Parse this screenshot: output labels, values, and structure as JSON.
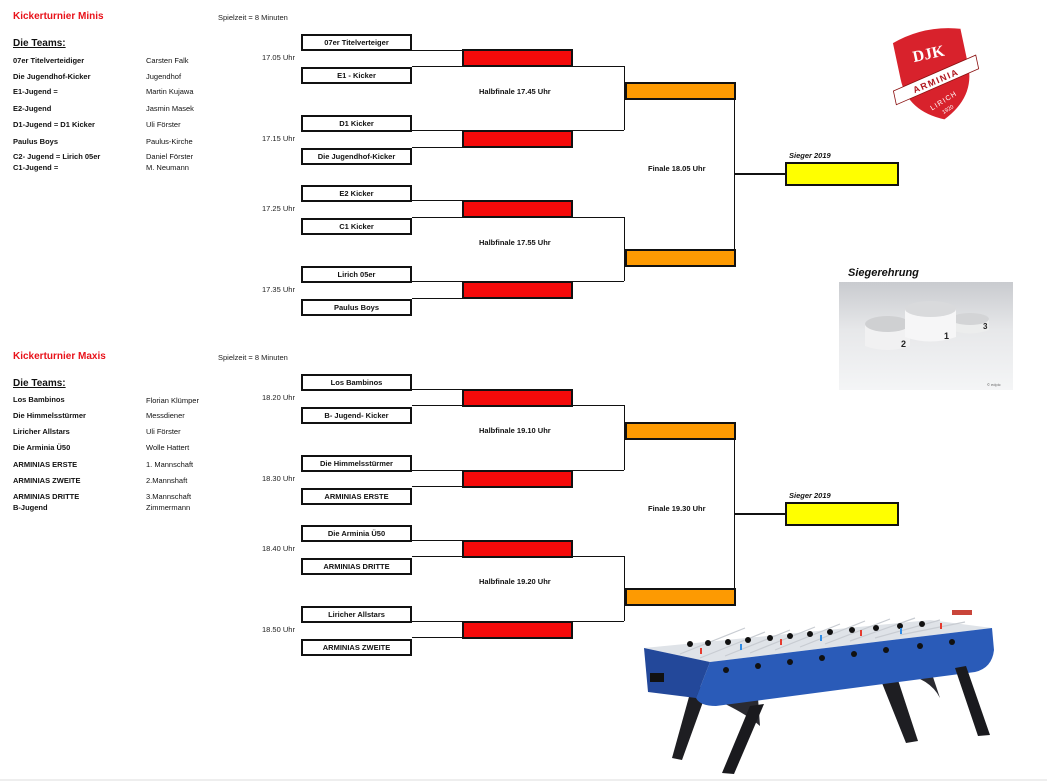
{
  "minis": {
    "title": "Kickerturnier Minis",
    "spielzeit": "Spielzeit = 8 Minuten",
    "teams_heading": "Die Teams:",
    "teams": [
      {
        "name": "07er Titelverteidiger",
        "coach": "Carsten Falk"
      },
      {
        "name": "Die Jugendhof-Kicker",
        "coach": "Jugendhof"
      },
      {
        "name": "E1-Jugend =",
        "coach": "Martin Kujawa"
      },
      {
        "name": "E2-Jugend",
        "coach": "Jasmin Masek"
      },
      {
        "name": "D1-Jugend = D1 Kicker",
        "coach": "Uli Förster"
      },
      {
        "name": "Paulus Boys",
        "coach": "Paulus-Kirche"
      },
      {
        "name": "C2- Jugend = Lirich 05er",
        "coach": "Daniel Förster"
      },
      {
        "name": "C1-Jugend =",
        "coach": "M. Neumann"
      }
    ],
    "matches": [
      {
        "time": "17.05 Uhr",
        "team_a": "07er Titelverteiger",
        "team_b": "E1 - Kicker"
      },
      {
        "time": "17.15 Uhr",
        "team_a": "D1 Kicker",
        "team_b": "Die Jugendhof-Kicker"
      },
      {
        "time": "17.25 Uhr",
        "team_a": "E2 Kicker",
        "team_b": "C1 Kicker"
      },
      {
        "time": "17.35 Uhr",
        "team_a": "Lirich 05er",
        "team_b": "Paulus Boys"
      }
    ],
    "halbfinale": [
      "Halbfinale 17.45 Uhr",
      "Halbfinale 17.55 Uhr"
    ],
    "finale": "Finale 18.05 Uhr",
    "sieger_label": "Sieger 2019"
  },
  "maxis": {
    "title": "Kickerturnier Maxis",
    "spielzeit": "Spielzeit = 8 Minuten",
    "teams_heading": "Die Teams:",
    "teams": [
      {
        "name": "Los Bambinos",
        "coach": "Florian Klümper"
      },
      {
        "name": "Die Himmelsstürmer",
        "coach": "Messdiener"
      },
      {
        "name": "Liricher Allstars",
        "coach": "Uli Förster"
      },
      {
        "name": "Die Arminia Ü50",
        "coach": "Wolle Hattert"
      },
      {
        "name": "ARMINIAS  ERSTE",
        "coach": "1. Mannschaft"
      },
      {
        "name": "ARMINIAS  ZWEITE",
        "coach": "2.Mannshaft"
      },
      {
        "name": "ARMINIAS DRITTE",
        "coach": "3.Mannschaft"
      },
      {
        "name": "B-Jugend",
        "coach": "Zimmermann"
      }
    ],
    "matches": [
      {
        "time": "18.20 Uhr",
        "team_a": "Los Bambinos",
        "team_b": "B- Jugend- Kicker"
      },
      {
        "time": "18.30 Uhr",
        "team_a": "Die Himmelsstürmer",
        "team_b": "ARMINIAS ERSTE"
      },
      {
        "time": "18.40 Uhr",
        "team_a": "Die Arminia Ü50",
        "team_b": "ARMINIAS DRITTE"
      },
      {
        "time": "18.50 Uhr",
        "team_a": "Liricher Allstars",
        "team_b": "ARMINIAS ZWEITE"
      }
    ],
    "halbfinale": [
      "Halbfinale 19.10 Uhr",
      "Halbfinale 19.20 Uhr"
    ],
    "finale": "Finale 19.30 Uhr",
    "sieger_label": "Sieger 2019"
  },
  "logo": {
    "top": "DJK",
    "band": "ARMINIA",
    "city": "LIRICH",
    "year": "1920"
  },
  "podium": {
    "heading": "Siegerehrung",
    "places": [
      "1",
      "2",
      "3"
    ],
    "credit": "© edpic"
  },
  "colors": {
    "title_red": "#e8121a",
    "round1": "#f40a0a",
    "semifinal": "#fd9a02",
    "winner": "#ffff00"
  }
}
